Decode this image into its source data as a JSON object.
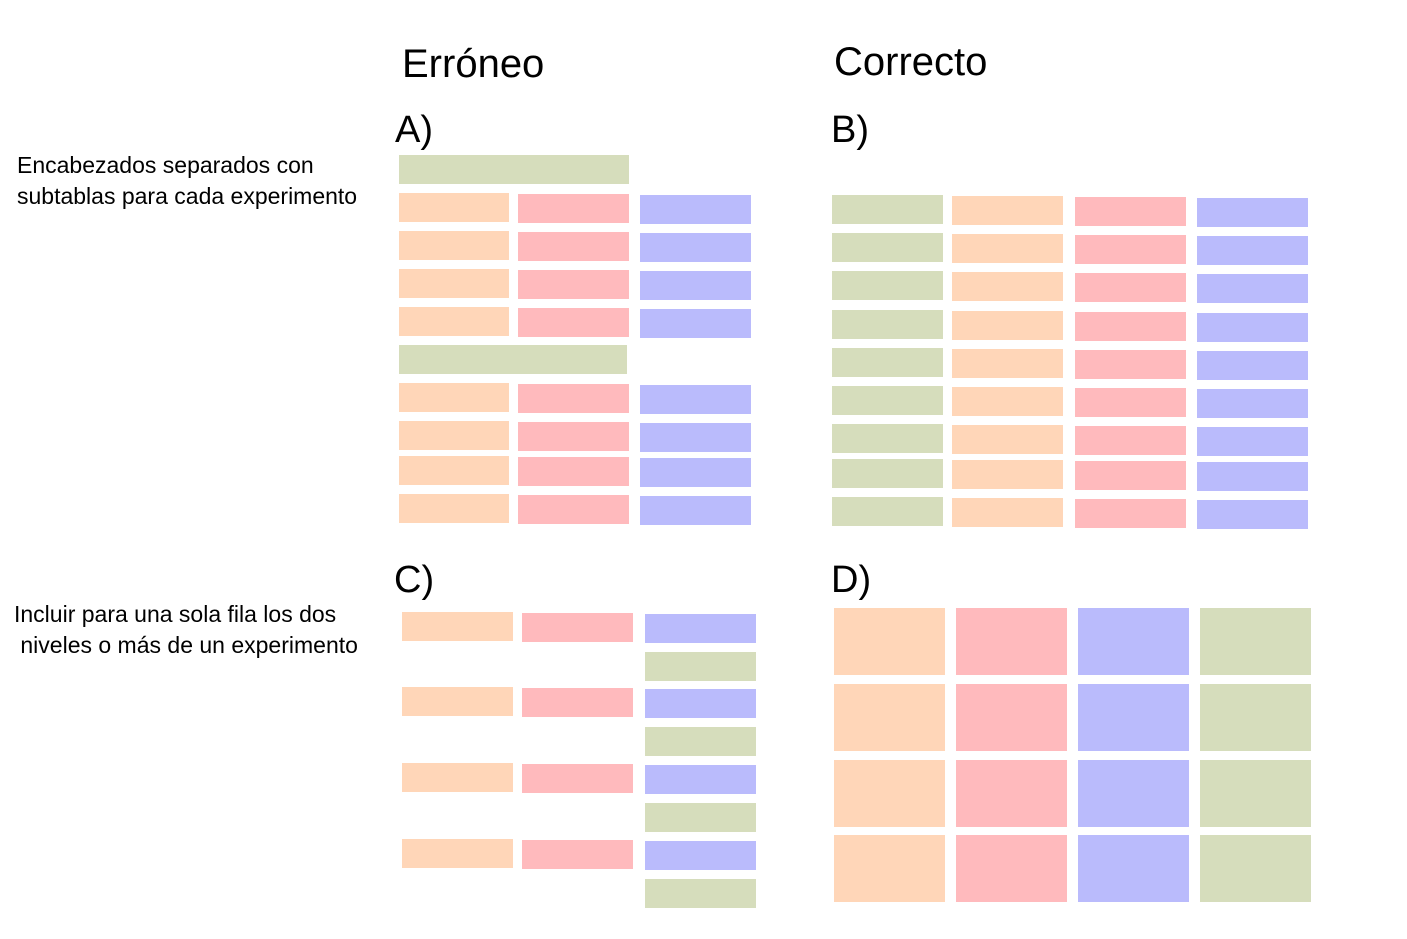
{
  "headers": {
    "wrong": "Erróneo",
    "right": "Correcto"
  },
  "panels": {
    "a": "A)",
    "b": "B)",
    "c": "C)",
    "d": "D)"
  },
  "notes": {
    "top": "Encabezados separados con\nsubtablas para cada experimento",
    "bottom": "Incluir para una sola fila los dos\n niveles o más de un experimento"
  },
  "colors": {
    "peach": "#ffd6b8",
    "pink": "#ffbabd",
    "blue": "#babbfc",
    "green": "#d6ddbc"
  }
}
